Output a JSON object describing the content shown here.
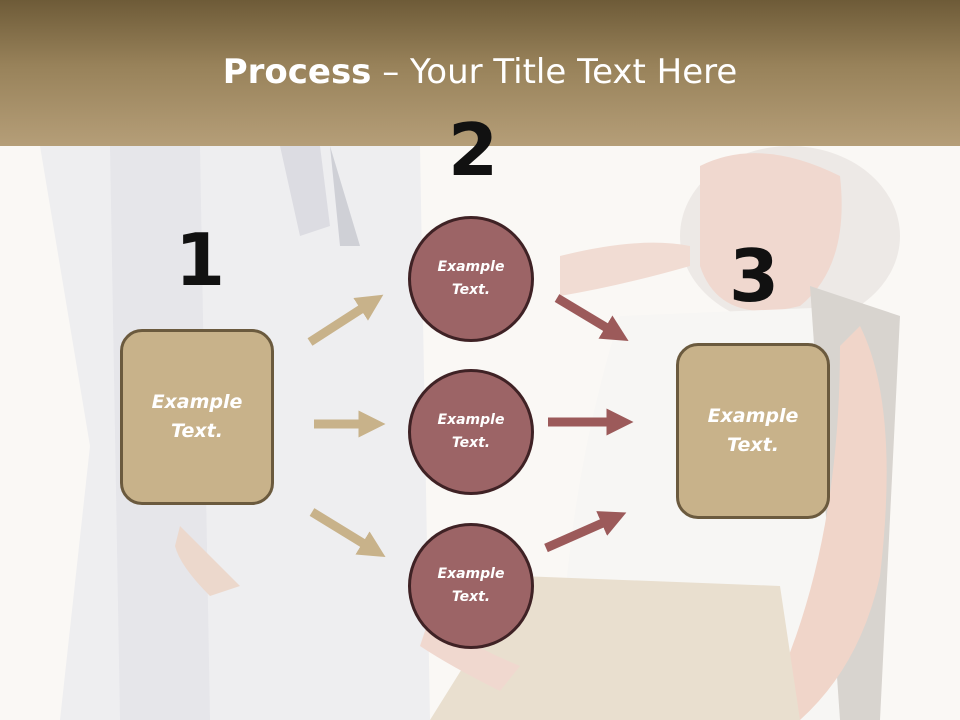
{
  "title": {
    "bold": "Process",
    "rest": " – Your Title Text Here"
  },
  "steps": {
    "one": "1",
    "two": "2",
    "three": "3"
  },
  "left_box": {
    "text": "Example\nText."
  },
  "right_box": {
    "text": "Example\nText."
  },
  "circles": [
    {
      "text": "Example\nText."
    },
    {
      "text": "Example\nText."
    },
    {
      "text": "Example\nText."
    }
  ],
  "colors": {
    "header": "#98825a",
    "box": "#c8b28a",
    "circle": "#9c6466",
    "arrow_tan": "#c8b28a",
    "arrow_red": "#9c5a5a"
  }
}
